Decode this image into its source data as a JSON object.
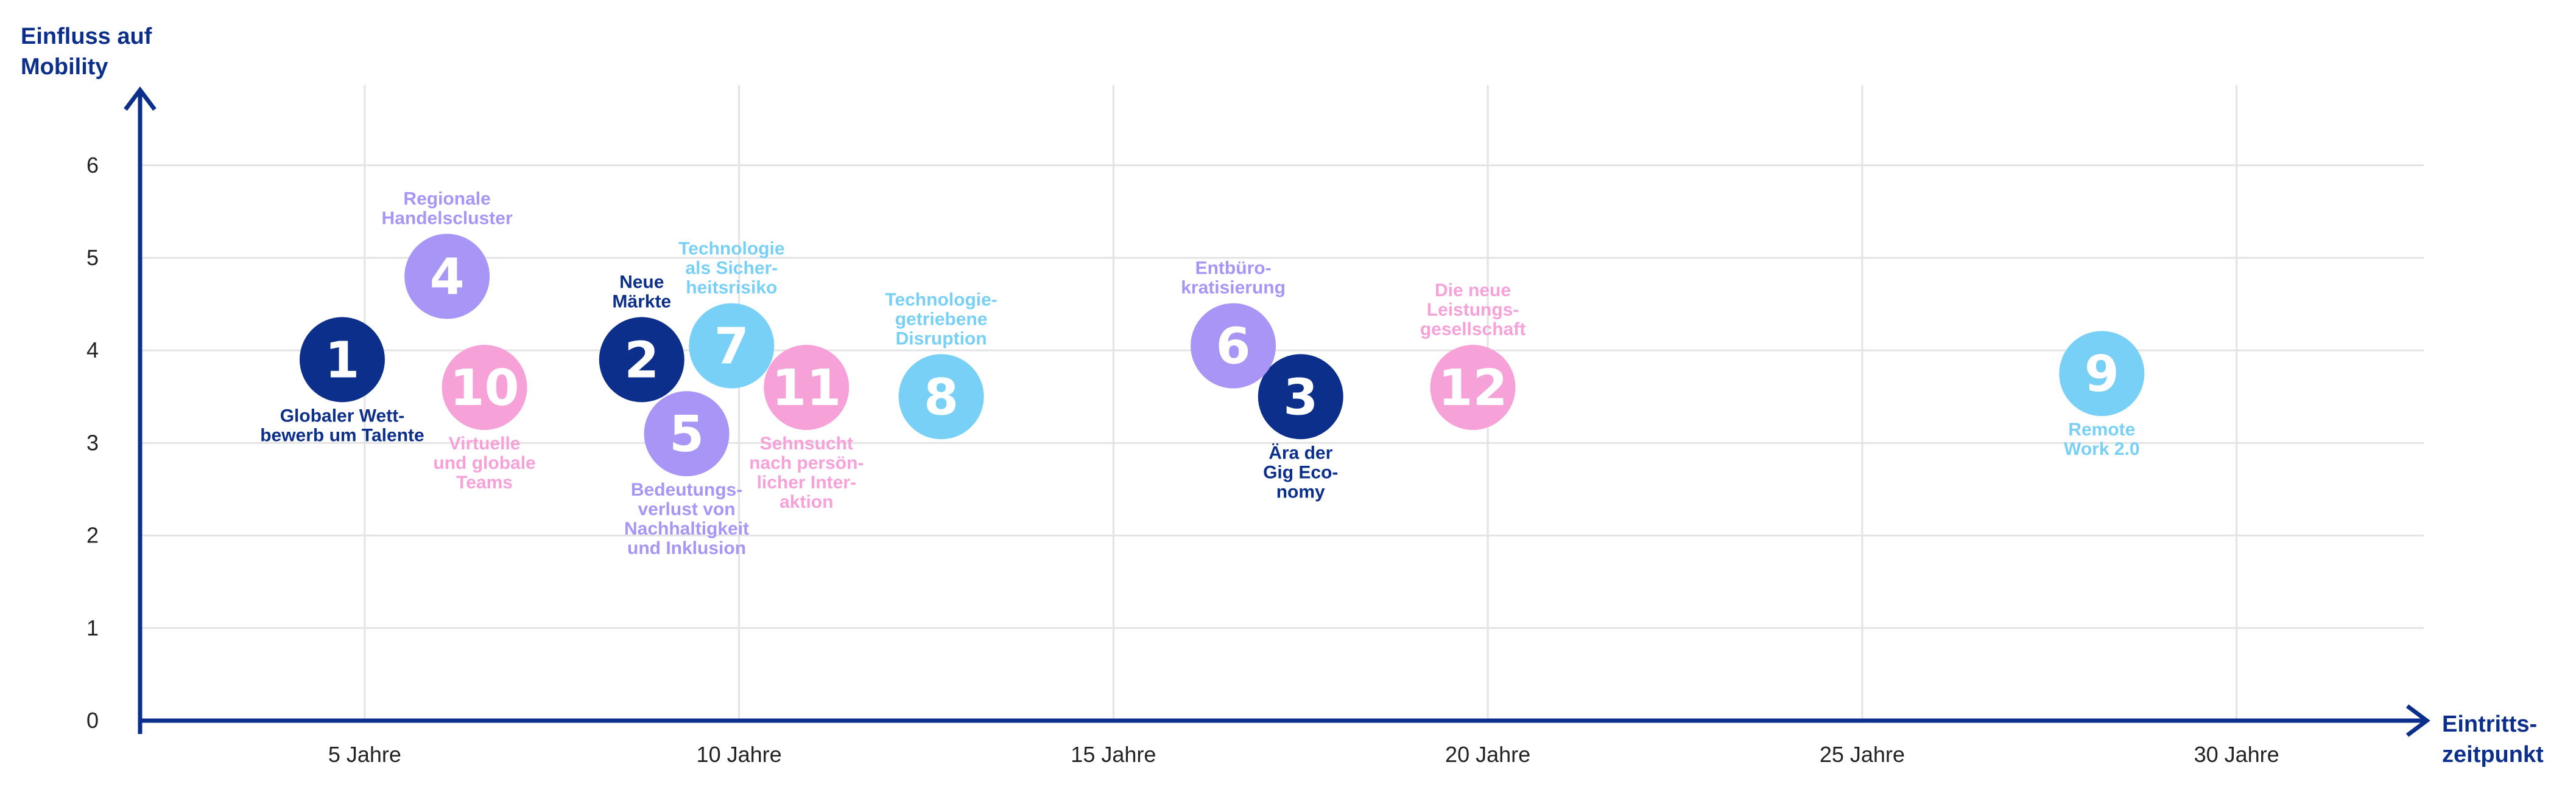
{
  "colors": {
    "navy": "#0b2f8a",
    "lavender": "#a995f5",
    "pink": "#f7a1d9",
    "sky": "#79d0f7",
    "grid": "#e3e3e3",
    "tick_text": "#222222"
  },
  "chart_data": {
    "type": "scatter",
    "xlabel": [
      "Eintritts-",
      "zeitpunkt"
    ],
    "ylabel": [
      "Einfluss auf",
      "Mobility"
    ],
    "xlim": [
      2,
      32.5
    ],
    "ylim": [
      0,
      6.8
    ],
    "x_ticks": [
      5,
      10,
      15,
      20,
      25,
      30
    ],
    "x_tick_labels": [
      "5 Jahre",
      "10 Jahre",
      "15 Jahre",
      "20 Jahre",
      "25 Jahre",
      "30 Jahre"
    ],
    "y_ticks": [
      0,
      1,
      2,
      3,
      4,
      5,
      6
    ],
    "y_tick_labels": [
      "0",
      "1",
      "2",
      "3",
      "4",
      "5",
      "6"
    ],
    "grid": true,
    "points": [
      {
        "id": "1",
        "x": 4.7,
        "y": 3.9,
        "color": "navy",
        "label_pos": "below",
        "label": [
          "Globaler Wett-",
          "bewerb um Talente"
        ]
      },
      {
        "id": "2",
        "x": 8.7,
        "y": 3.9,
        "color": "navy",
        "label_pos": "above",
        "label": [
          "Neue",
          "Märkte"
        ]
      },
      {
        "id": "3",
        "x": 17.5,
        "y": 3.5,
        "color": "navy",
        "label_pos": "below",
        "label": [
          "Ära der",
          "Gig Eco-",
          "nomy"
        ]
      },
      {
        "id": "4",
        "x": 6.1,
        "y": 4.8,
        "color": "lavender",
        "label_pos": "above",
        "label": [
          "Regionale",
          "Handelscluster"
        ]
      },
      {
        "id": "5",
        "x": 9.3,
        "y": 3.1,
        "color": "lavender",
        "label_pos": "below",
        "label": [
          "Bedeutungs-",
          "verlust von",
          "Nachhaltigkeit",
          "und Inklusion"
        ]
      },
      {
        "id": "6",
        "x": 16.6,
        "y": 4.05,
        "color": "lavender",
        "label_pos": "above",
        "label": [
          "Entbüro-",
          "kratisierung"
        ]
      },
      {
        "id": "7",
        "x": 9.9,
        "y": 4.05,
        "color": "sky",
        "label_pos": "above",
        "label": [
          "Technologie",
          "als Sicher-",
          "heitsrisiko"
        ]
      },
      {
        "id": "8",
        "x": 12.7,
        "y": 3.5,
        "color": "sky",
        "label_pos": "above",
        "label": [
          "Technologie-",
          "getriebene",
          "Disruption"
        ]
      },
      {
        "id": "9",
        "x": 28.2,
        "y": 3.75,
        "color": "sky",
        "label_pos": "below",
        "label": [
          "Remote",
          "Work 2.0"
        ]
      },
      {
        "id": "10",
        "x": 6.6,
        "y": 3.6,
        "color": "pink",
        "label_pos": "below",
        "label": [
          "Virtuelle",
          "und globale",
          "Teams"
        ]
      },
      {
        "id": "11",
        "x": 10.9,
        "y": 3.6,
        "color": "pink",
        "label_pos": "below",
        "label": [
          "Sehnsucht",
          "nach persön-",
          "licher Inter-",
          "aktion"
        ]
      },
      {
        "id": "12",
        "x": 19.8,
        "y": 3.6,
        "color": "pink",
        "label_pos": "above",
        "label": [
          "Die neue",
          "Leistungs-",
          "gesellschaft"
        ]
      }
    ]
  }
}
